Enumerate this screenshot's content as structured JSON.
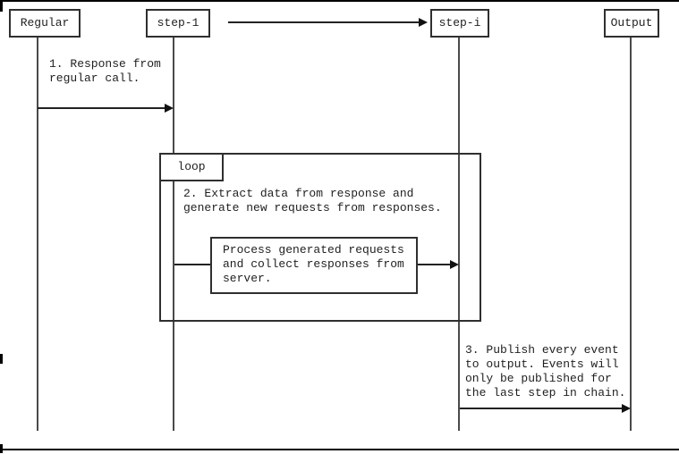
{
  "diagram": {
    "type": "sequence-diagram",
    "participants": [
      {
        "label": "Regular"
      },
      {
        "label": "step-1"
      },
      {
        "label": "step-i"
      },
      {
        "label": "Output"
      }
    ],
    "loop_fragment": {
      "label": "loop"
    },
    "messages": {
      "m1": "1. Response from\nregular call.",
      "m2": "2. Extract data from response and\ngenerate new requests from responses.",
      "process_box": "Process generated requests\nand collect responses from\nserver.",
      "m3": "3. Publish every event\nto output. Events will\nonly be published for\nthe last step in chain."
    },
    "colors": {
      "line": "#2f2f2f",
      "lifeline": "#4a4a4a",
      "text": "#1f1f1f",
      "background": "#ffffff"
    }
  }
}
